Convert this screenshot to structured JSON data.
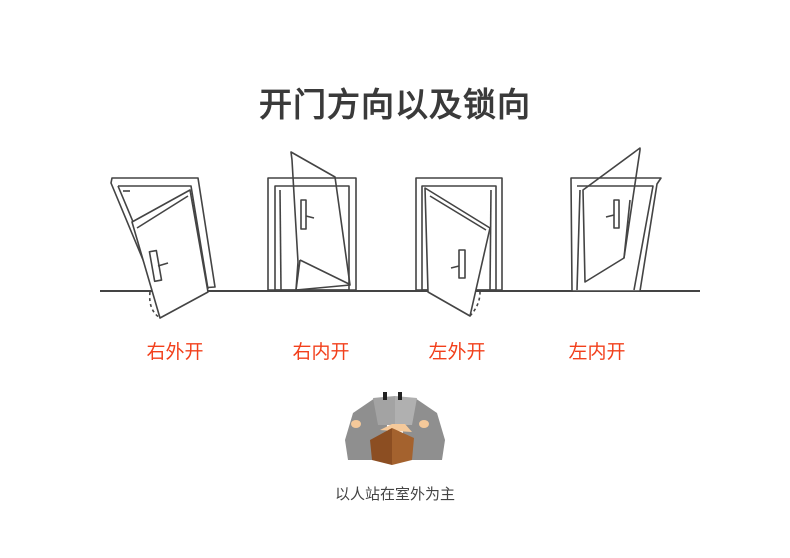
{
  "title": "开门方向以及锁向",
  "doors": [
    {
      "label": "右外开"
    },
    {
      "label": "右内开"
    },
    {
      "label": "左外开"
    },
    {
      "label": "左内开"
    }
  ],
  "caption": "以人站在室外为主",
  "colors": {
    "label": "#f2401c",
    "line": "#444444",
    "title": "#3a3a3a"
  }
}
